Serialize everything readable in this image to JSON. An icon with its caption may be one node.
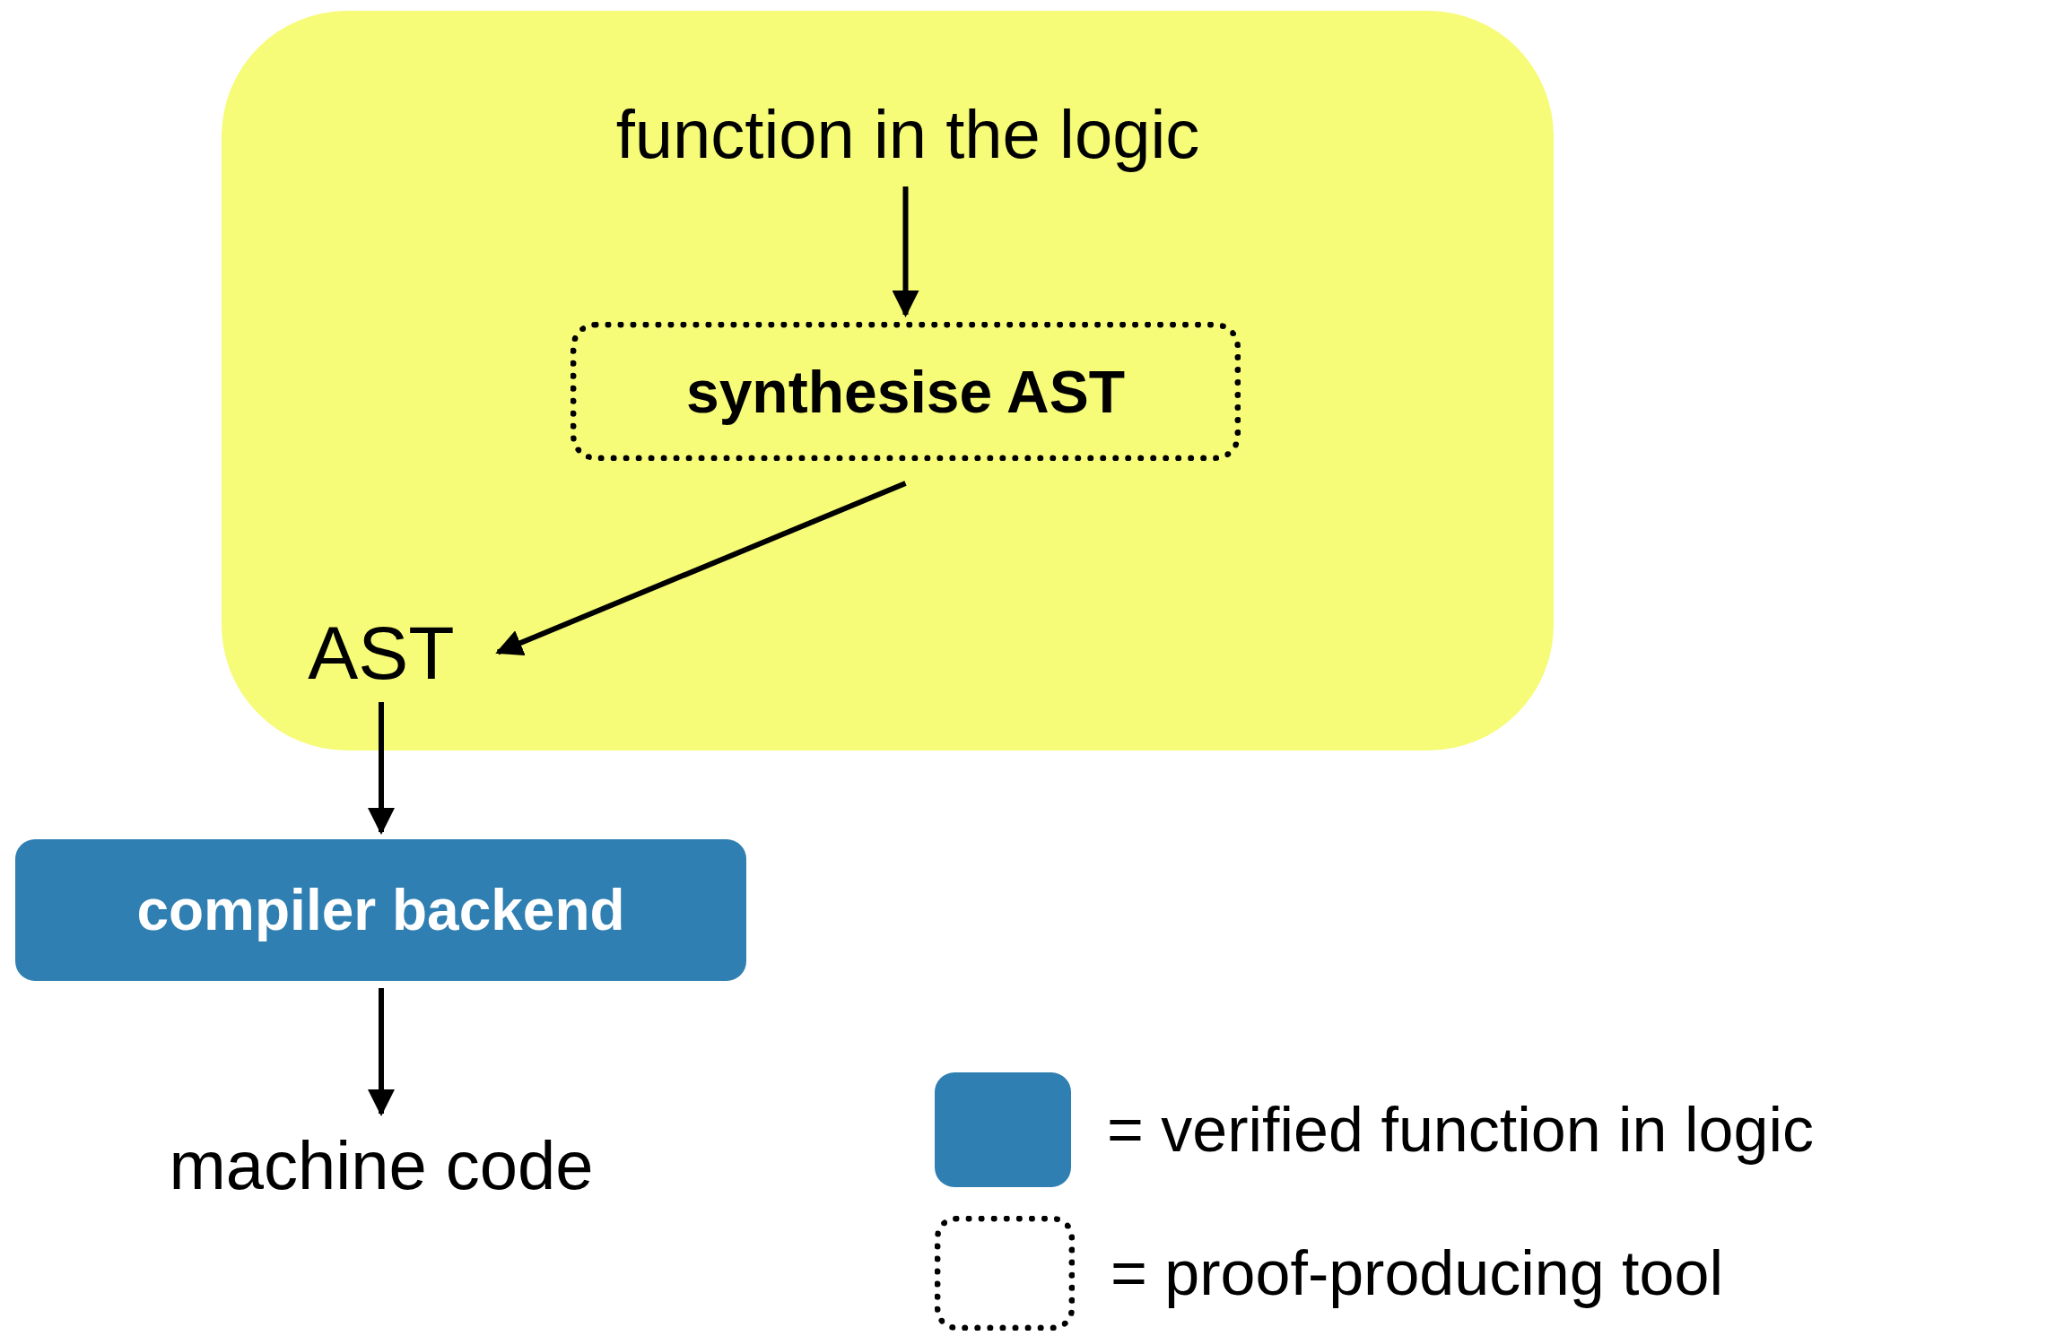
{
  "diagram": {
    "nodes": [
      {
        "text": [],
        "shape": "box"
      },
      {
        "text": [
          "function in the logic"
        ],
        "in": 0
      },
      {
        "text": [
          "synthesise AST"
        ],
        "in": 0
      },
      {
        "text": [
          "AST"
        ],
        "in": 0
      },
      {
        "text": [
          "compiler backend"
        ]
      },
      {
        "text": [
          "machine code"
        ]
      }
    ],
    "edges": [
      {
        "from": 1,
        "to": 2,
        "arrow": "to"
      },
      {
        "from": 2,
        "to": 3,
        "arrow": "to"
      },
      {
        "from": 3,
        "to": 4,
        "arrow": "to"
      },
      {
        "from": 4,
        "to": 5,
        "arrow": "to"
      }
    ],
    "legend": [
      {
        "text": "= verified function in logic",
        "color": "#2f7fb2"
      },
      {
        "text": "= proof-producing tool"
      }
    ]
  }
}
